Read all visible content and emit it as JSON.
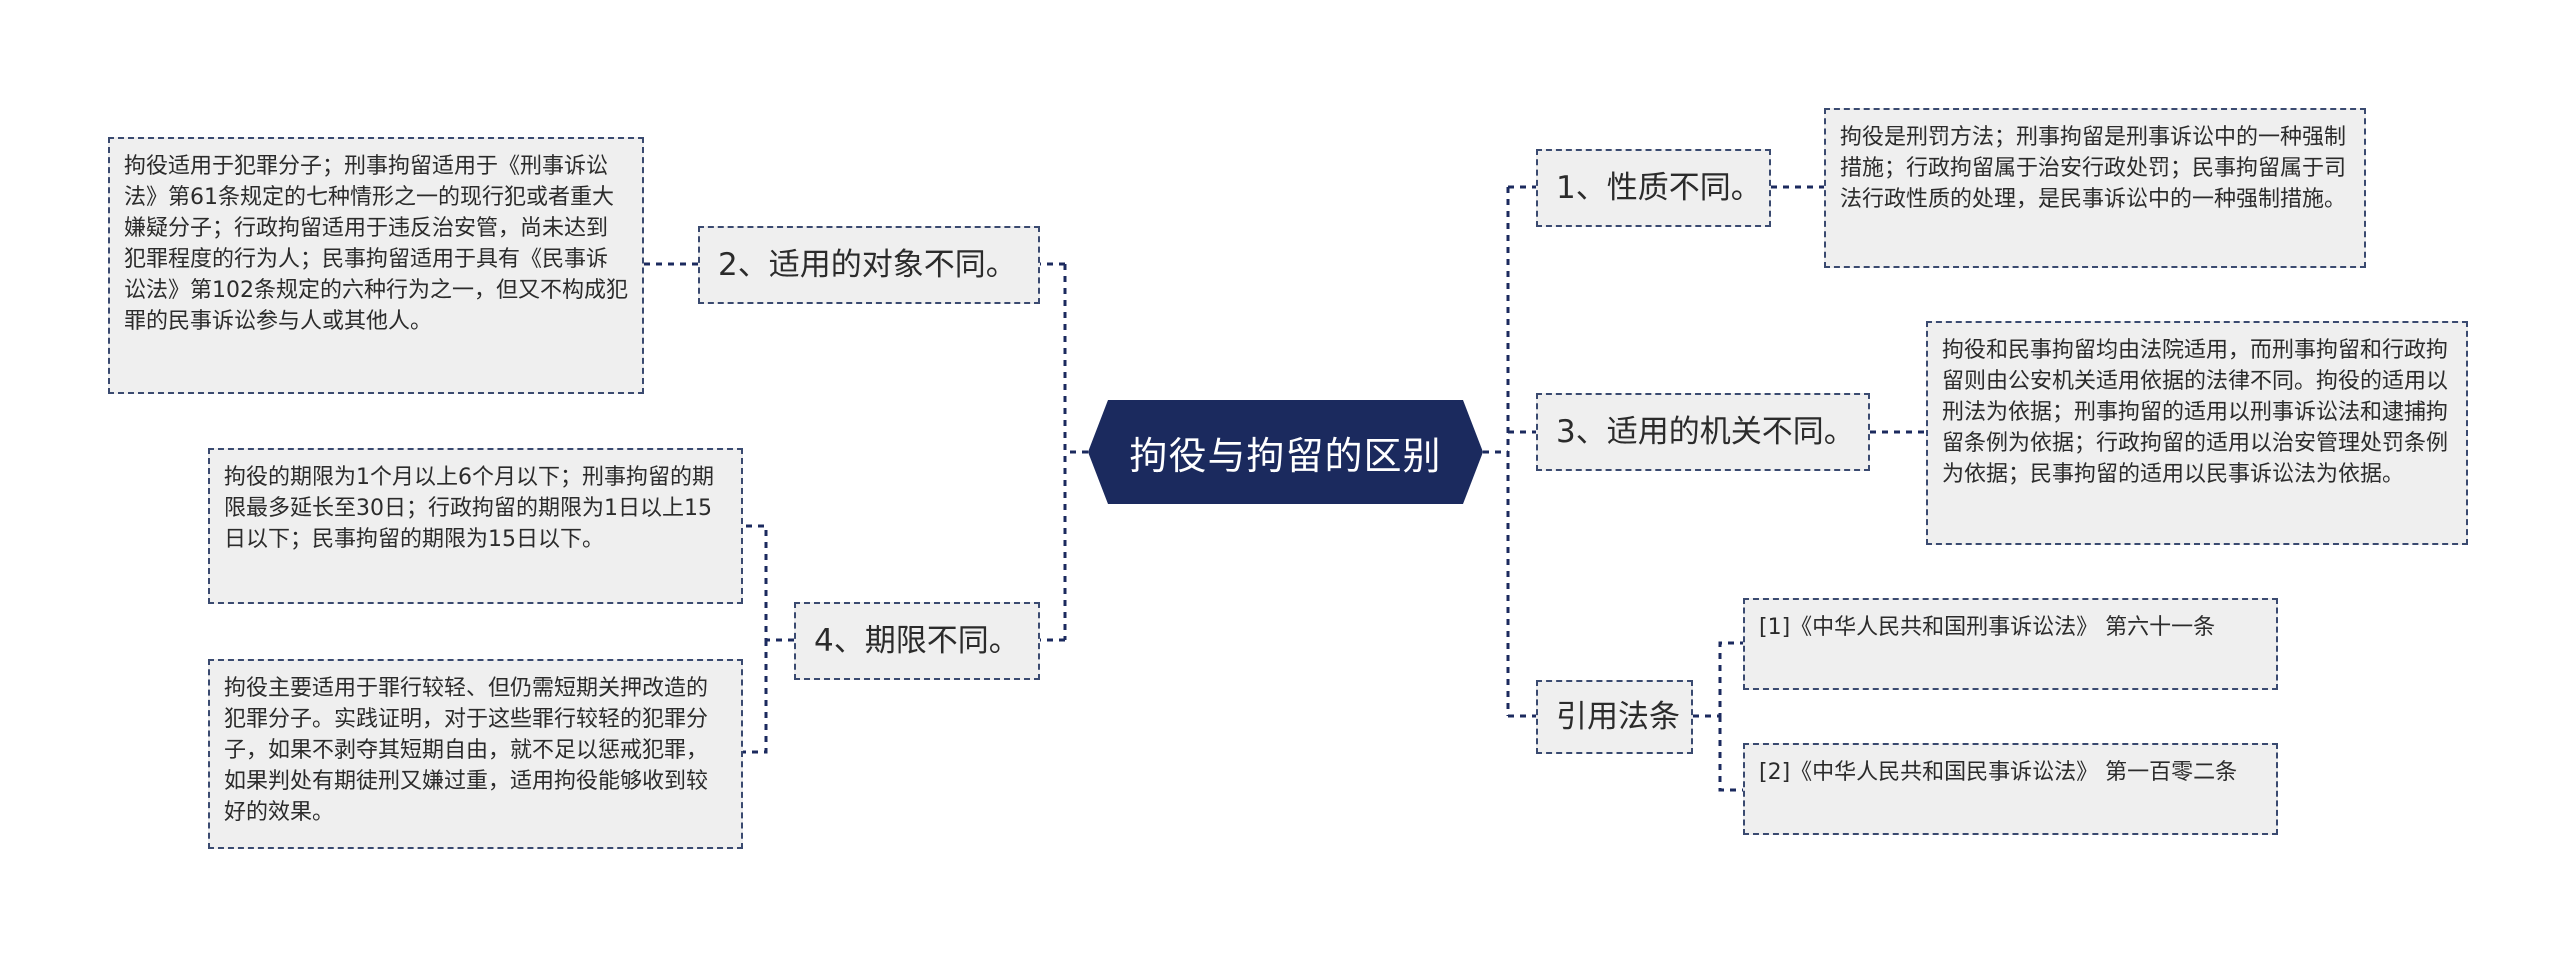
{
  "mindmap": {
    "center": "拘役与拘留的区别",
    "branches": [
      {
        "label": "1、性质不同。",
        "detail": "拘役是刑罚方法；刑事拘留是刑事诉讼中的一种强制措施；行政拘留属于治安行政处罚；民事拘留属于司法行政性质的处理，是民事诉讼中的一种强制措施。"
      },
      {
        "label": "2、适用的对象不同。",
        "detail": "拘役适用于犯罪分子；刑事拘留适用于《刑事诉讼法》第61条规定的七种情形之一的现行犯或者重大嫌疑分子；行政拘留适用于违反治安管，尚未达到犯罪程度的行为人；民事拘留适用于具有《民事诉讼法》第102条规定的六种行为之一，但又不构成犯罪的民事诉讼参与人或其他人。"
      },
      {
        "label": "3、适用的机关不同。",
        "detail": "拘役和民事拘留均由法院适用，而刑事拘留和行政拘留则由公安机关适用依据的法律不同。拘役的适用以刑法为依据；刑事拘留的适用以刑事诉讼法和逮捕拘留条例为依据；行政拘留的适用以治安管理处罚条例为依据；民事拘留的适用以民事诉讼法为依据。"
      },
      {
        "label": "4、期限不同。",
        "detail_top": "拘役的期限为1个月以上6个月以下；刑事拘留的期限最多延长至30日；行政拘留的期限为1日以上15日以下；民事拘留的期限为15日以下。",
        "detail_bottom": "拘役主要适用于罪行较轻、但仍需短期关押改造的犯罪分子。实践证明，对于这些罪行较轻的犯罪分子，如果不剥夺其短期自由，就不足以惩戒犯罪，如果判处有期徒刑又嫌过重，适用拘役能够收到较好的效果。"
      },
      {
        "label": "引用法条",
        "refs": [
          "[1]《中华人民共和国刑事诉讼法》 第六十一条",
          "[2]《中华人民共和国民事诉讼法》 第一百零二条"
        ]
      }
    ]
  },
  "colors": {
    "center_fill": "#1b2a5e",
    "node_fill": "#efefef",
    "border": "#3a4a70",
    "line": "#1b2a5e"
  }
}
